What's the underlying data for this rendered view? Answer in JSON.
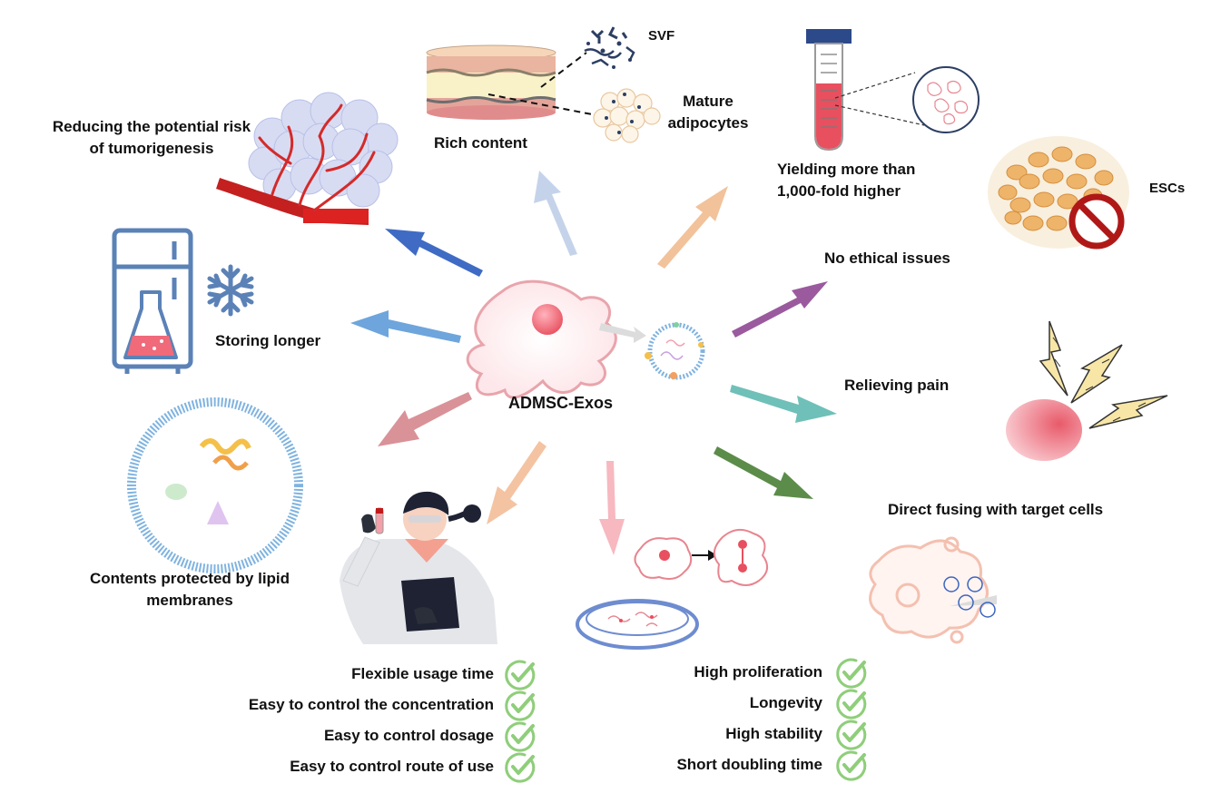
{
  "center": {
    "label": "ADMSC-Exos"
  },
  "benefits": {
    "rich_content": "Rich content",
    "svf": "SVF",
    "mature_adipocytes": "Mature adipocytes",
    "tumorigenesis": "Reducing the potential risk of tumorigenesis",
    "yielding": "Yielding more than 1,000-fold higher",
    "escs": "ESCs",
    "no_ethical": "No ethical issues",
    "storing": "Storing longer",
    "relieving_pain": "Relieving pain",
    "direct_fusing": "Direct fusing with target cells",
    "lipid_membranes": "Contents protected by lipid membranes"
  },
  "usage_checklist": [
    "Flexible usage time",
    "Easy to control the concentration",
    "Easy to control dosage",
    "Easy to control route of use"
  ],
  "cell_checklist": [
    "High proliferation",
    "Longevity",
    "High stability",
    "Short doubling time"
  ],
  "colors": {
    "arrow_rich_content": "#c5d3ea",
    "arrow_tumorigenesis": "#3f6bc4",
    "arrow_yielding": "#f2c29a",
    "arrow_no_ethical": "#9b5a9e",
    "arrow_storing": "#6ea5dc",
    "arrow_relieving_pain": "#6fc0b8",
    "arrow_direct_fusing": "#5c8c4a",
    "arrow_lipid": "#d99298",
    "arrow_scientist": "#f4c3a2",
    "arrow_proliferation": "#f7b8c0",
    "check": "#8fce7a",
    "cell_outline": "#e9a4ac",
    "nucleus": "#e8505f"
  },
  "icons": [
    "adipose-tissue-icon",
    "svf-cells-icon",
    "adipocytes-icon",
    "test-tube-icon",
    "tumor-vessel-icon",
    "fridge-icon",
    "snowflake-icon",
    "flask-icon",
    "exosome-icon",
    "lipid-membrane-icon",
    "scientist-icon",
    "petri-dish-icon",
    "dividing-cell-icon",
    "pain-lightning-icon",
    "target-cell-icon",
    "embryo-prohibited-icon",
    "check-icon"
  ]
}
